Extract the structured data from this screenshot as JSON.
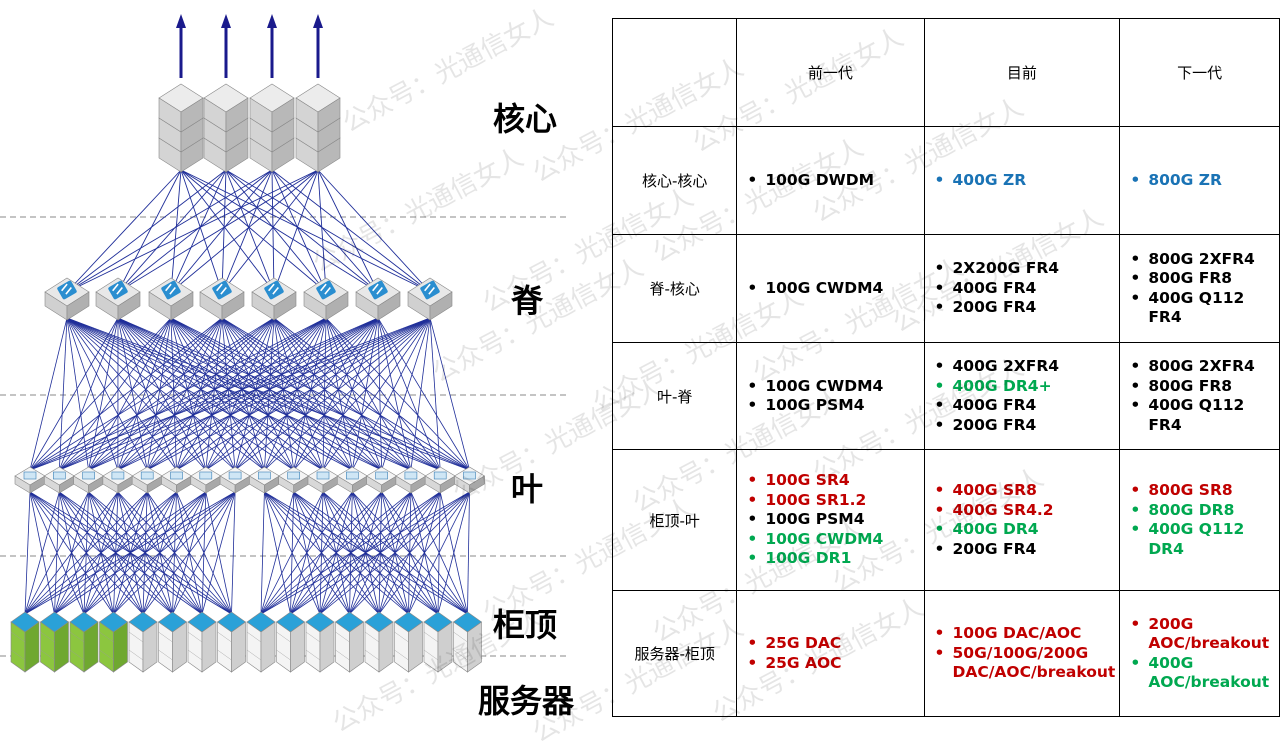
{
  "tiers": {
    "core": "核心",
    "spine": "脊",
    "leaf": "叶",
    "tor": "柜顶",
    "server": "服务器"
  },
  "table": {
    "headers": [
      "",
      "前一代",
      "目前",
      "下一代"
    ],
    "rows": [
      {
        "label": "核心-核心",
        "cells": [
          [
            {
              "text": "100G DWDM",
              "color": "black"
            }
          ],
          [
            {
              "text": "400G ZR",
              "color": "blue"
            }
          ],
          [
            {
              "text": "800G ZR",
              "color": "blue"
            }
          ]
        ]
      },
      {
        "label": "脊-核心",
        "cells": [
          [
            {
              "text": "100G CWDM4",
              "color": "black"
            }
          ],
          [
            {
              "text": "2X200G FR4",
              "color": "black"
            },
            {
              "text": "400G FR4",
              "color": "black"
            },
            {
              "text": "200G FR4",
              "color": "black"
            }
          ],
          [
            {
              "text": "800G 2XFR4",
              "color": "black"
            },
            {
              "text": "800G FR8",
              "color": "black"
            },
            {
              "text": "400G Q112 FR4",
              "color": "black"
            }
          ]
        ]
      },
      {
        "label": "叶-脊",
        "cells": [
          [
            {
              "text": "100G CWDM4",
              "color": "black"
            },
            {
              "text": "100G PSM4",
              "color": "black"
            }
          ],
          [
            {
              "text": "400G 2XFR4",
              "color": "black"
            },
            {
              "text": "400G DR4+",
              "color": "green"
            },
            {
              "text": "400G FR4",
              "color": "black"
            },
            {
              "text": "200G FR4",
              "color": "black"
            }
          ],
          [
            {
              "text": "800G 2XFR4",
              "color": "black"
            },
            {
              "text": "800G FR8",
              "color": "black"
            },
            {
              "text": "400G Q112 FR4",
              "color": "black"
            }
          ]
        ]
      },
      {
        "label": "柜顶-叶",
        "cells": [
          [
            {
              "text": "100G SR4",
              "color": "red"
            },
            {
              "text": "100G SR1.2",
              "color": "red"
            },
            {
              "text": "100G PSM4",
              "color": "black"
            },
            {
              "text": "100G CWDM4",
              "color": "green"
            },
            {
              "text": "100G DR1",
              "color": "green"
            }
          ],
          [
            {
              "text": "400G SR8",
              "color": "red"
            },
            {
              "text": "400G SR4.2",
              "color": "red"
            },
            {
              "text": "400G DR4",
              "color": "green"
            },
            {
              "text": "200G FR4",
              "color": "black"
            }
          ],
          [
            {
              "text": "800G SR8",
              "color": "red"
            },
            {
              "text": "800G DR8",
              "color": "green"
            },
            {
              "text": "400G Q112 DR4",
              "color": "green"
            }
          ]
        ]
      },
      {
        "label": "服务器-柜顶",
        "cells": [
          [
            {
              "text": "25G DAC",
              "color": "red"
            },
            {
              "text": "25G AOC",
              "color": "red"
            }
          ],
          [
            {
              "text": "100G DAC/AOC",
              "color": "red"
            },
            {
              "text": "50G/100G/200G DAC/AOC/breakout",
              "color": "red"
            }
          ],
          [
            {
              "text": "200G AOC/breakout",
              "color": "red"
            },
            {
              "text": "400G AOC/breakout",
              "color": "green"
            }
          ]
        ]
      }
    ]
  },
  "watermark": "公众号：光通信女人",
  "colors": {
    "link": "#1f2e99",
    "arrow": "#1a1a8c",
    "switch_top": "#e8e8e8",
    "switch_side": "#b0b0b0",
    "tor_top": "#2aa1d8",
    "server_green": "#8cc63f",
    "dashed": "#888888",
    "blue": "#1a73b5",
    "green": "#00a850",
    "red": "#c00000"
  }
}
